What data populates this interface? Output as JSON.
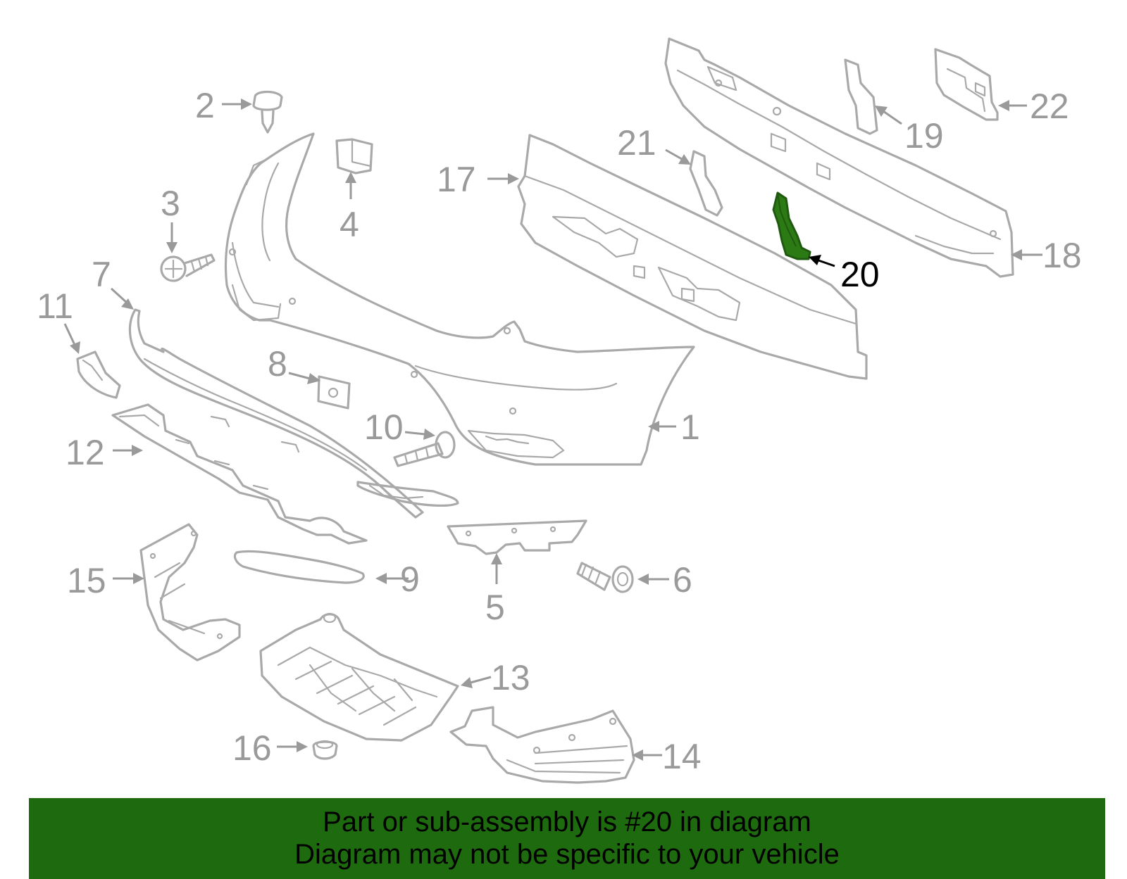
{
  "callouts": {
    "c1": "1",
    "c2": "2",
    "c3": "3",
    "c4": "4",
    "c5": "5",
    "c6": "6",
    "c7": "7",
    "c8": "8",
    "c9": "9",
    "c10": "10",
    "c11": "11",
    "c12": "12",
    "c13": "13",
    "c14": "14",
    "c15": "15",
    "c16": "16",
    "c17": "17",
    "c18": "18",
    "c19": "19",
    "c20": "20",
    "c21": "21",
    "c22": "22"
  },
  "highlighted_part": "20",
  "colors": {
    "part_outline": "#a9a9a9",
    "callout_text": "#9a9a9a",
    "highlight_fill": "#1e6b0f",
    "banner_background": "#1e6b0f"
  },
  "caption": {
    "line1": "Part or sub-assembly is #20 in diagram",
    "line2": "Diagram may not be specific to your vehicle"
  }
}
